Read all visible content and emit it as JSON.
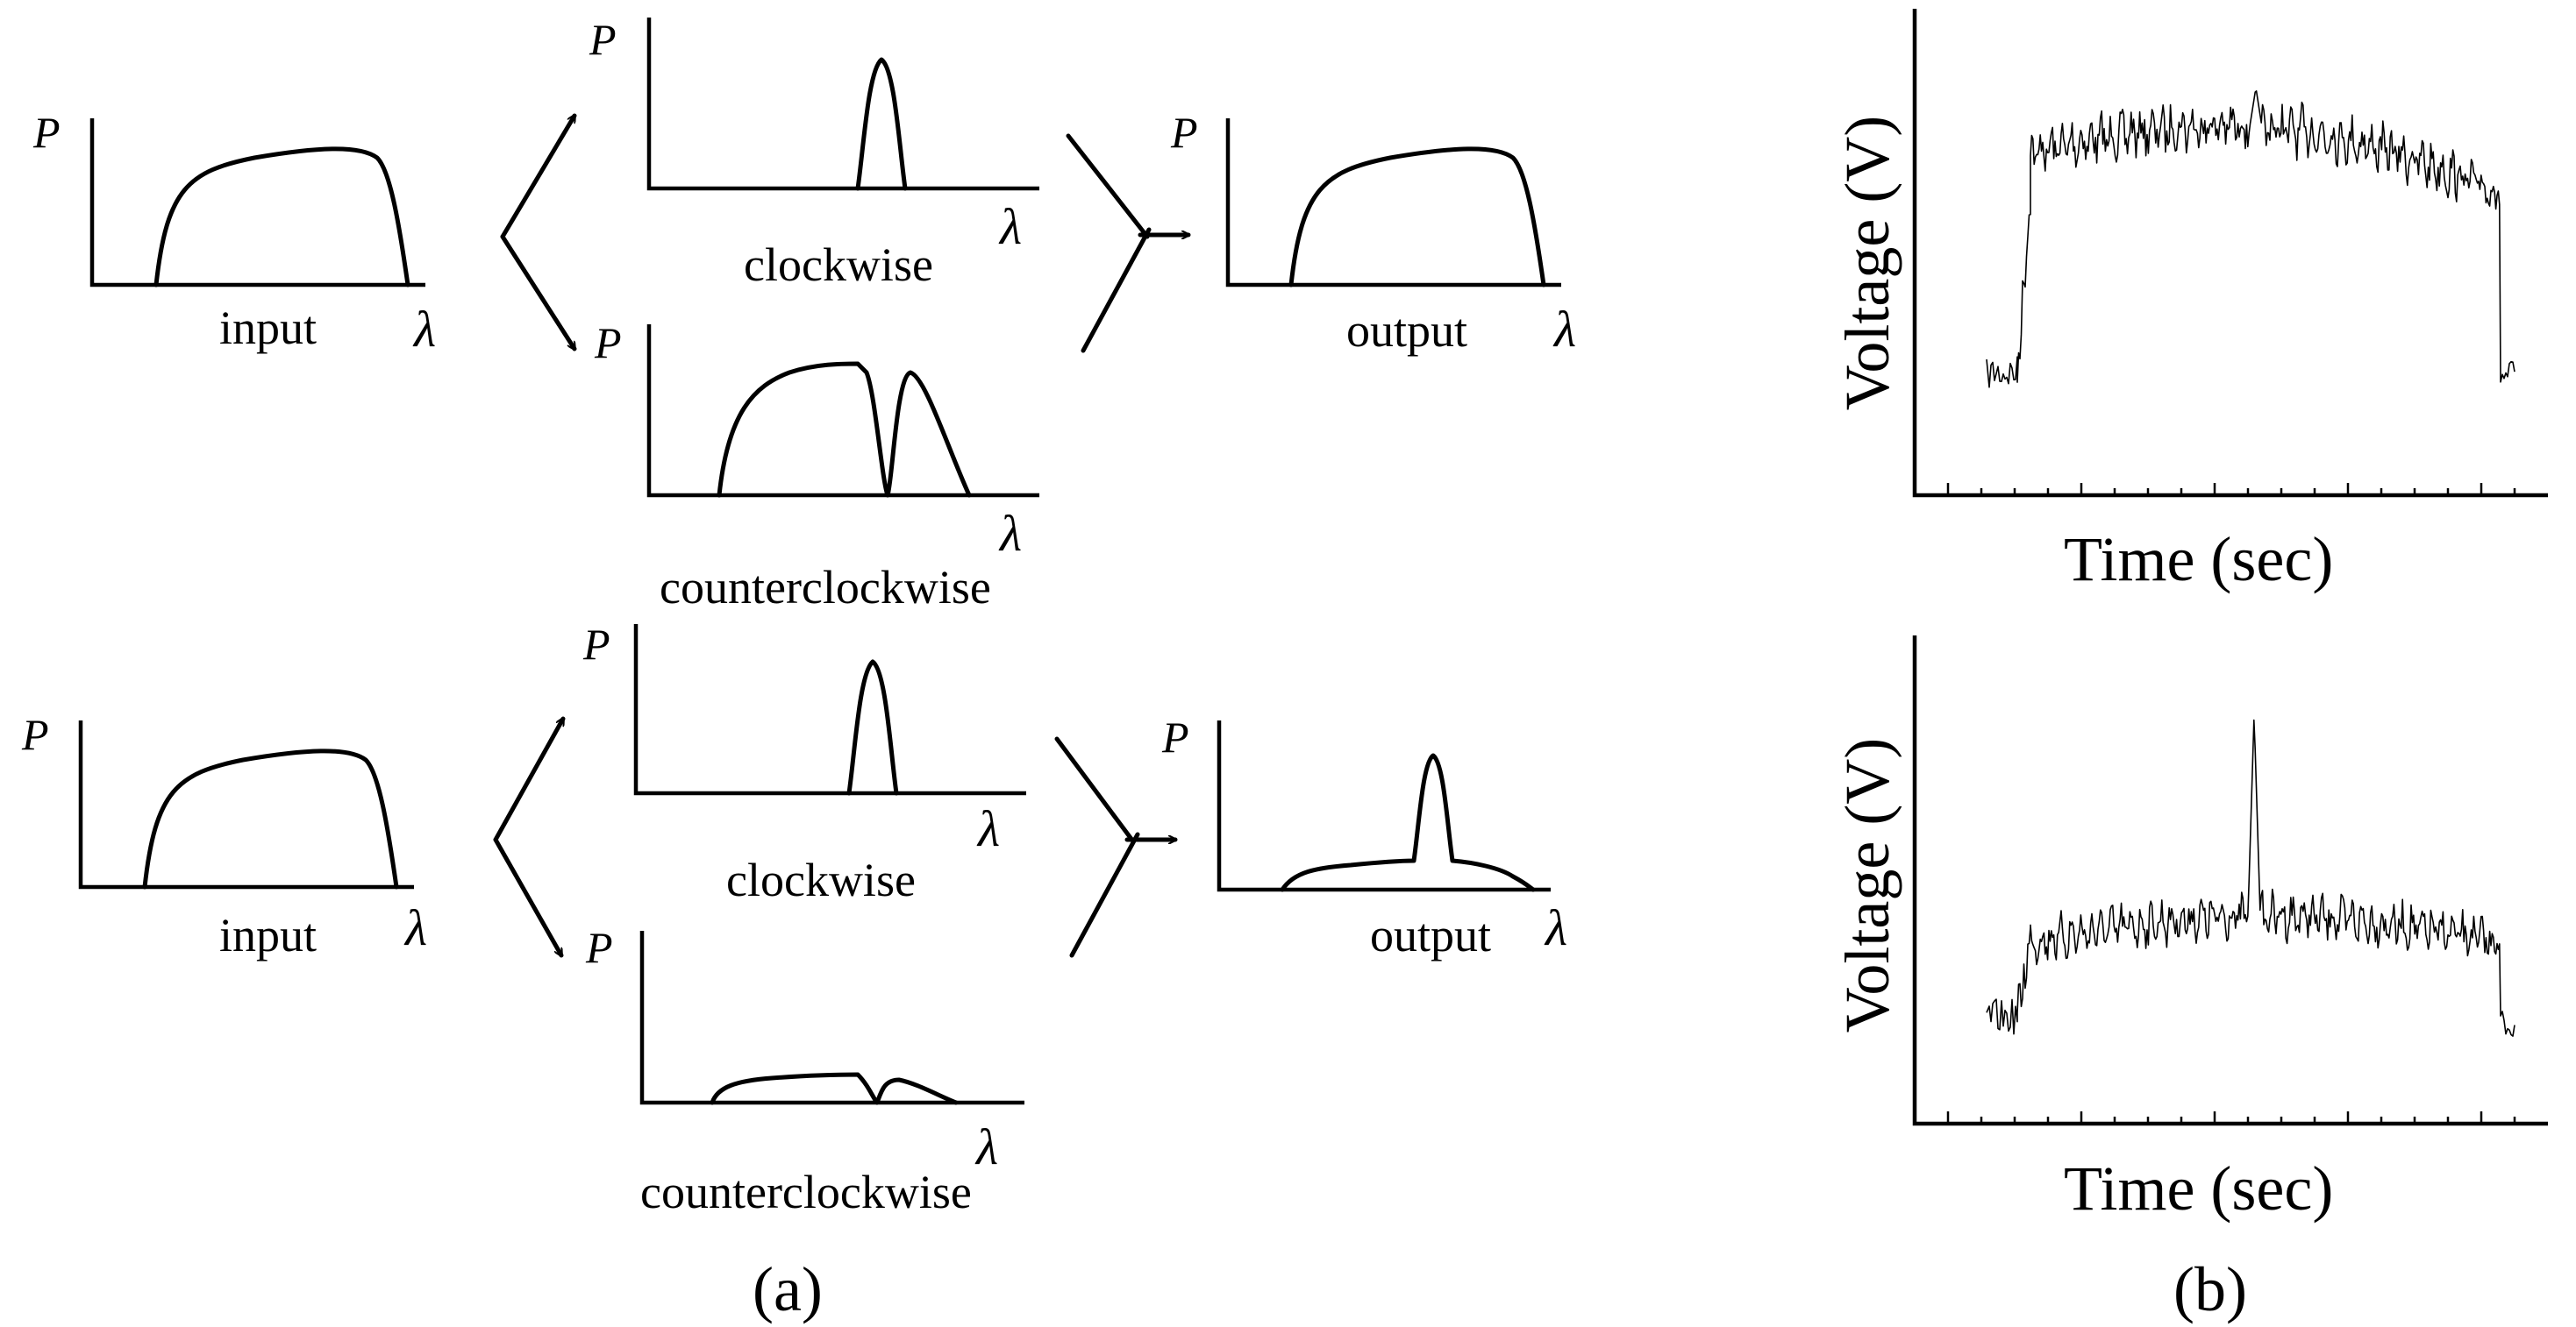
{
  "axis_symbols": {
    "power": "P",
    "wavelength": "λ"
  },
  "panel_a": {
    "top": {
      "input_label": "input",
      "clockwise_label": "clockwise",
      "counterclockwise_label": "counterclockwise",
      "output_label": "output"
    },
    "bottom": {
      "input_label": "input",
      "clockwise_label": "clockwise",
      "counterclockwise_label": "counterclockwise",
      "output_label": "output"
    },
    "caption": "(a)"
  },
  "panel_b": {
    "top_plot": {
      "ylabel": "Voltage (V)",
      "xlabel": "Time (sec)"
    },
    "bottom_plot": {
      "ylabel": "Voltage (V)",
      "xlabel": "Time (sec)"
    },
    "caption": "(b)"
  }
}
